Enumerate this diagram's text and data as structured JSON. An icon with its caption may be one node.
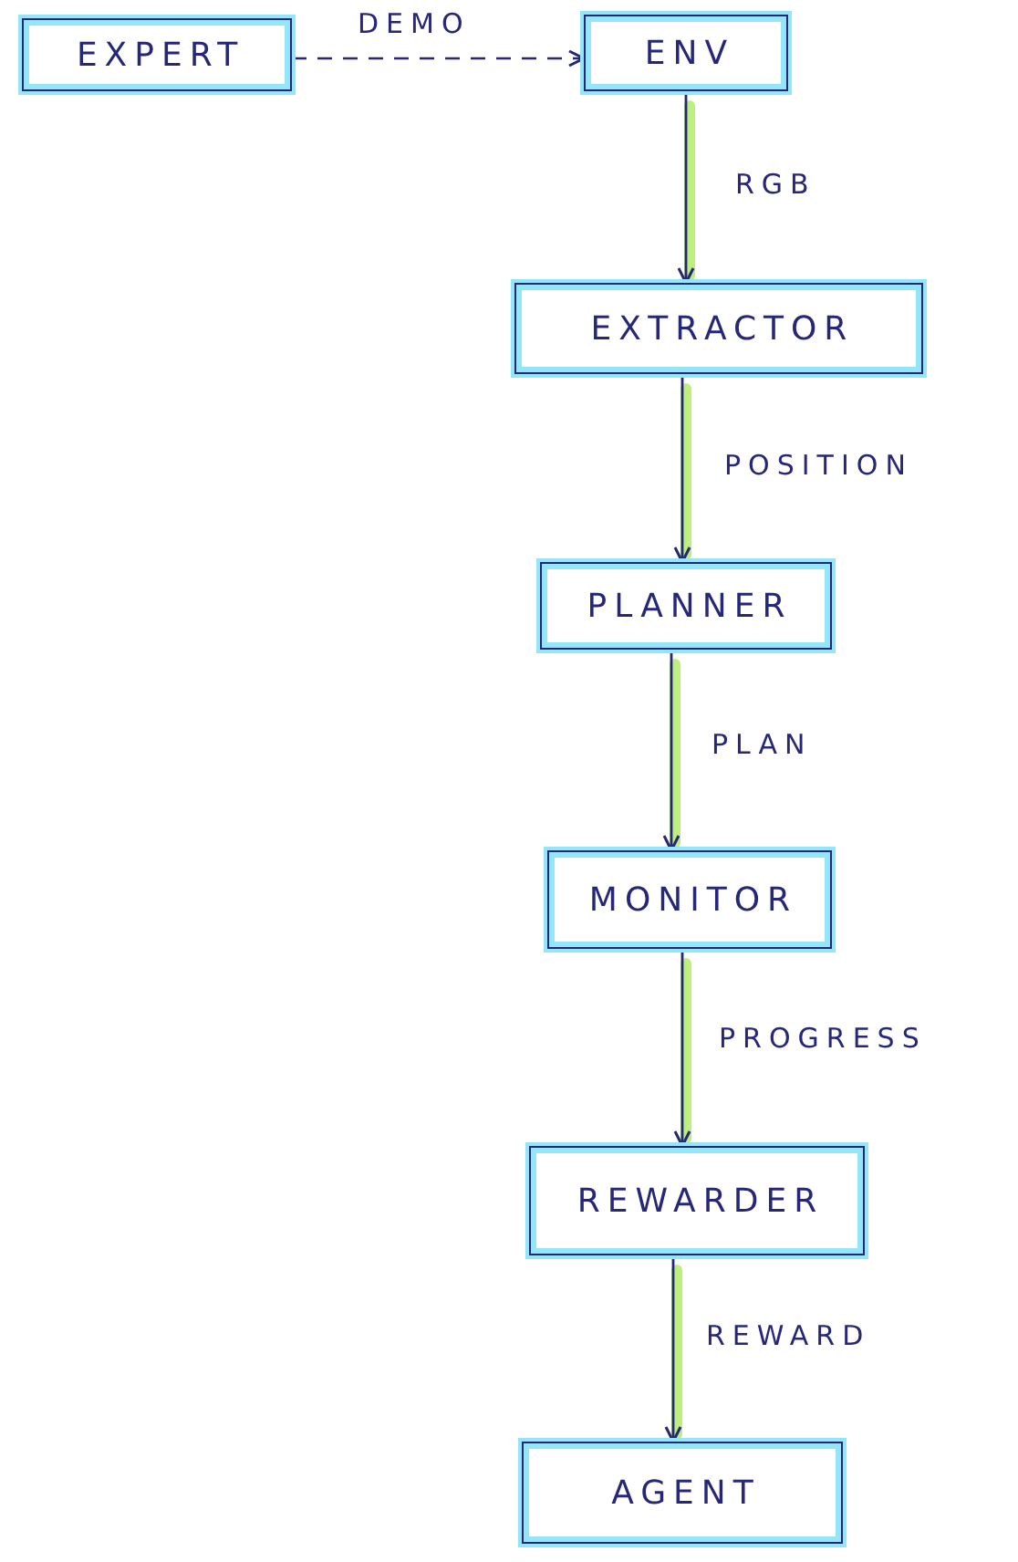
{
  "diagram": {
    "nodes": [
      {
        "text": [
          "EXPERT"
        ]
      },
      {
        "text": [
          "ENV"
        ]
      },
      {
        "text": [
          "EXTRACTOR"
        ]
      },
      {
        "text": [
          "PLANNER"
        ]
      },
      {
        "text": [
          "MONITOR"
        ]
      },
      {
        "text": [
          "REWARDER"
        ]
      },
      {
        "text": [
          "AGENT"
        ]
      }
    ],
    "edges": [
      {
        "from": 0,
        "to": 1,
        "arrow": "to",
        "label": "DEMO",
        "style": "dashed"
      },
      {
        "from": 1,
        "to": 2,
        "arrow": "to",
        "label": "RGB"
      },
      {
        "from": 2,
        "to": 3,
        "arrow": "to",
        "label": "POSITION"
      },
      {
        "from": 3,
        "to": 4,
        "arrow": "to",
        "label": "PLAN"
      },
      {
        "from": 4,
        "to": 5,
        "arrow": "to",
        "label": "PROGRESS"
      },
      {
        "from": 5,
        "to": 6,
        "arrow": "to",
        "label": "REWARD"
      }
    ]
  }
}
